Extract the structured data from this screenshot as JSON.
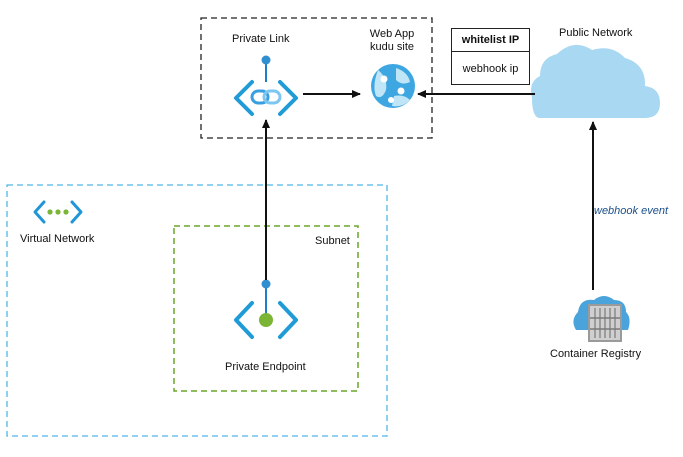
{
  "labels": {
    "private_link": "Private Link",
    "web_app": "Web App\nkudu site",
    "web_app_line1": "Web App",
    "web_app_line2": "kudu site",
    "public_network": "Public Network",
    "virtual_network": "Virtual Network",
    "subnet": "Subnet",
    "private_endpoint": "Private Endpoint",
    "container_registry": "Container Registry",
    "webhook_event": "webhook event"
  },
  "whitelist": {
    "header": "whitelist IP",
    "rows": [
      "webhook ip"
    ]
  },
  "colors": {
    "azure_blue": "#1f9bd7",
    "vnet_border": "#52b8e6",
    "subnet_border": "#6aa62a",
    "endpoint_green": "#7ab536",
    "cloud": "#a9d8f2",
    "text_blue": "#1a4f8a"
  },
  "icons": {
    "private_link": "private-link-icon",
    "web_app": "web-app-globe-icon",
    "cloud": "public-cloud-icon",
    "vnet": "virtual-network-icon",
    "endpoint": "private-endpoint-icon",
    "registry": "container-registry-icon"
  }
}
